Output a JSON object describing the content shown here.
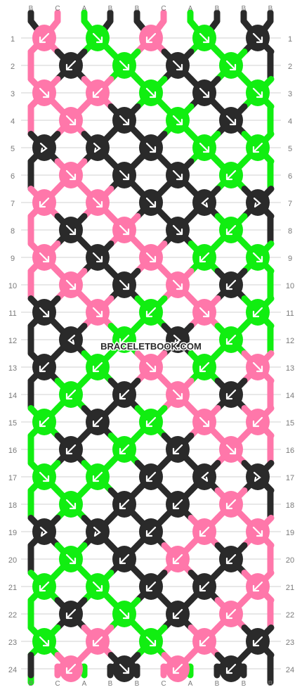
{
  "watermark": "BRACELETBOOK.COM",
  "colors": {
    "B": "#2a2a2a",
    "C": "#ff77aa",
    "A": "#11ee11",
    "label_text": "#7a7a7a",
    "arrow": "#ffffff",
    "gridline": "#d0d0d0"
  },
  "strands_top": [
    "B",
    "C",
    "A",
    "B",
    "B",
    "C",
    "A",
    "B",
    "B",
    "B"
  ],
  "strands_bottom": [
    "B",
    "C",
    "A",
    "B",
    "B",
    "C",
    "A",
    "B",
    "B",
    "B"
  ],
  "row_labels": [
    "1",
    "2",
    "3",
    "4",
    "5",
    "6",
    "7",
    "8",
    "9",
    "10",
    "11",
    "12",
    "13",
    "14",
    "15",
    "16",
    "17",
    "18",
    "19",
    "20",
    "21",
    "22",
    "23",
    "24"
  ],
  "knot_rows": [
    {
      "row": "1",
      "knots": [
        {
          "c": "C",
          "d": "l"
        },
        {
          "c": "A",
          "d": "r"
        },
        {
          "c": "C",
          "d": "l"
        },
        {
          "c": "A",
          "d": "r"
        },
        {
          "c": "B",
          "d": "r"
        }
      ]
    },
    {
      "row": "2",
      "knots": [
        {
          "c": "B",
          "d": "l"
        },
        {
          "c": "A",
          "d": "r"
        },
        {
          "c": "B",
          "d": "r"
        },
        {
          "c": "A",
          "d": "r"
        }
      ]
    },
    {
      "row": "3",
      "knots": [
        {
          "c": "C",
          "d": "r"
        },
        {
          "c": "C",
          "d": "l"
        },
        {
          "c": "A",
          "d": "r"
        },
        {
          "c": "B",
          "d": "r"
        },
        {
          "c": "A",
          "d": "r"
        }
      ]
    },
    {
      "row": "4",
      "knots": [
        {
          "c": "C",
          "d": "r"
        },
        {
          "c": "B",
          "d": "r"
        },
        {
          "c": "A",
          "d": "r"
        },
        {
          "c": "B",
          "d": "r"
        }
      ]
    },
    {
      "row": "5",
      "knots": [
        {
          "c": "B",
          "d": "rl"
        },
        {
          "c": "B",
          "d": "rl"
        },
        {
          "c": "B",
          "d": "r"
        },
        {
          "c": "A",
          "d": "r"
        },
        {
          "c": "A",
          "d": "l"
        }
      ]
    },
    {
      "row": "6",
      "knots": [
        {
          "c": "C",
          "d": "r"
        },
        {
          "c": "B",
          "d": "r"
        },
        {
          "c": "B",
          "d": "r"
        },
        {
          "c": "A",
          "d": "l"
        }
      ]
    },
    {
      "row": "7",
      "knots": [
        {
          "c": "C",
          "d": "l"
        },
        {
          "c": "C",
          "d": "r"
        },
        {
          "c": "B",
          "d": "r"
        },
        {
          "c": "B",
          "d": "lr"
        },
        {
          "c": "B",
          "d": "rl"
        }
      ]
    },
    {
      "row": "8",
      "knots": [
        {
          "c": "B",
          "d": "r"
        },
        {
          "c": "C",
          "d": "r"
        },
        {
          "c": "B",
          "d": "r"
        },
        {
          "c": "A",
          "d": "l"
        }
      ]
    },
    {
      "row": "9",
      "knots": [
        {
          "c": "C",
          "d": "r"
        },
        {
          "c": "B",
          "d": "r"
        },
        {
          "c": "C",
          "d": "r"
        },
        {
          "c": "A",
          "d": "l"
        },
        {
          "c": "A",
          "d": "r"
        }
      ]
    },
    {
      "row": "10",
      "knots": [
        {
          "c": "C",
          "d": "r"
        },
        {
          "c": "B",
          "d": "r"
        },
        {
          "c": "C",
          "d": "r"
        },
        {
          "c": "B",
          "d": "l"
        }
      ]
    },
    {
      "row": "11",
      "knots": [
        {
          "c": "B",
          "d": "r"
        },
        {
          "c": "C",
          "d": "r"
        },
        {
          "c": "A",
          "d": "l"
        },
        {
          "c": "C",
          "d": "r"
        },
        {
          "c": "A",
          "d": "l"
        }
      ]
    },
    {
      "row": "12",
      "knots": [
        {
          "c": "B",
          "d": "lr"
        },
        {
          "c": "A",
          "d": "l"
        },
        {
          "c": "B",
          "d": "rl"
        },
        {
          "c": "A",
          "d": "l"
        }
      ]
    },
    {
      "row": "13",
      "knots": [
        {
          "c": "B",
          "d": "l"
        },
        {
          "c": "A",
          "d": "l"
        },
        {
          "c": "C",
          "d": "r"
        },
        {
          "c": "A",
          "d": "l"
        },
        {
          "c": "C",
          "d": "r"
        }
      ]
    },
    {
      "row": "14",
      "knots": [
        {
          "c": "A",
          "d": "l"
        },
        {
          "c": "B",
          "d": "l"
        },
        {
          "c": "C",
          "d": "r"
        },
        {
          "c": "B",
          "d": "l"
        }
      ]
    },
    {
      "row": "15",
      "knots": [
        {
          "c": "A",
          "d": "l"
        },
        {
          "c": "B",
          "d": "l"
        },
        {
          "c": "A",
          "d": "l"
        },
        {
          "c": "C",
          "d": "r"
        },
        {
          "c": "C",
          "d": "l"
        }
      ]
    },
    {
      "row": "16",
      "knots": [
        {
          "c": "B",
          "d": "l"
        },
        {
          "c": "A",
          "d": "l"
        },
        {
          "c": "B",
          "d": "l"
        },
        {
          "c": "C",
          "d": "r"
        }
      ]
    },
    {
      "row": "17",
      "knots": [
        {
          "c": "A",
          "d": "r"
        },
        {
          "c": "A",
          "d": "l"
        },
        {
          "c": "B",
          "d": "l"
        },
        {
          "c": "B",
          "d": "lr"
        },
        {
          "c": "B",
          "d": "rl"
        }
      ]
    },
    {
      "row": "18",
      "knots": [
        {
          "c": "A",
          "d": "r"
        },
        {
          "c": "B",
          "d": "l"
        },
        {
          "c": "B",
          "d": "l"
        },
        {
          "c": "C",
          "d": "l"
        }
      ]
    },
    {
      "row": "19",
      "knots": [
        {
          "c": "B",
          "d": "rl"
        },
        {
          "c": "B",
          "d": "rl"
        },
        {
          "c": "B",
          "d": "l"
        },
        {
          "c": "C",
          "d": "l"
        },
        {
          "c": "C",
          "d": "r"
        }
      ]
    },
    {
      "row": "20",
      "knots": [
        {
          "c": "A",
          "d": "r"
        },
        {
          "c": "B",
          "d": "l"
        },
        {
          "c": "C",
          "d": "l"
        },
        {
          "c": "B",
          "d": "l"
        }
      ]
    },
    {
      "row": "21",
      "knots": [
        {
          "c": "A",
          "d": "l"
        },
        {
          "c": "A",
          "d": "r"
        },
        {
          "c": "B",
          "d": "l"
        },
        {
          "c": "B",
          "d": "l"
        },
        {
          "c": "C",
          "d": "l"
        }
      ]
    },
    {
      "row": "22",
      "knots": [
        {
          "c": "B",
          "d": "l"
        },
        {
          "c": "A",
          "d": "r"
        },
        {
          "c": "B",
          "d": "l"
        },
        {
          "c": "C",
          "d": "l"
        }
      ]
    },
    {
      "row": "23",
      "knots": [
        {
          "c": "A",
          "d": "r"
        },
        {
          "c": "C",
          "d": "l"
        },
        {
          "c": "A",
          "d": "r"
        },
        {
          "c": "C",
          "d": "l"
        },
        {
          "c": "B",
          "d": "l"
        }
      ]
    },
    {
      "row": "24",
      "knots": [
        {
          "c": "C",
          "d": "l"
        },
        {
          "c": "B",
          "d": "r"
        },
        {
          "c": "C",
          "d": "l"
        },
        {
          "c": "B",
          "d": "l"
        }
      ]
    }
  ]
}
